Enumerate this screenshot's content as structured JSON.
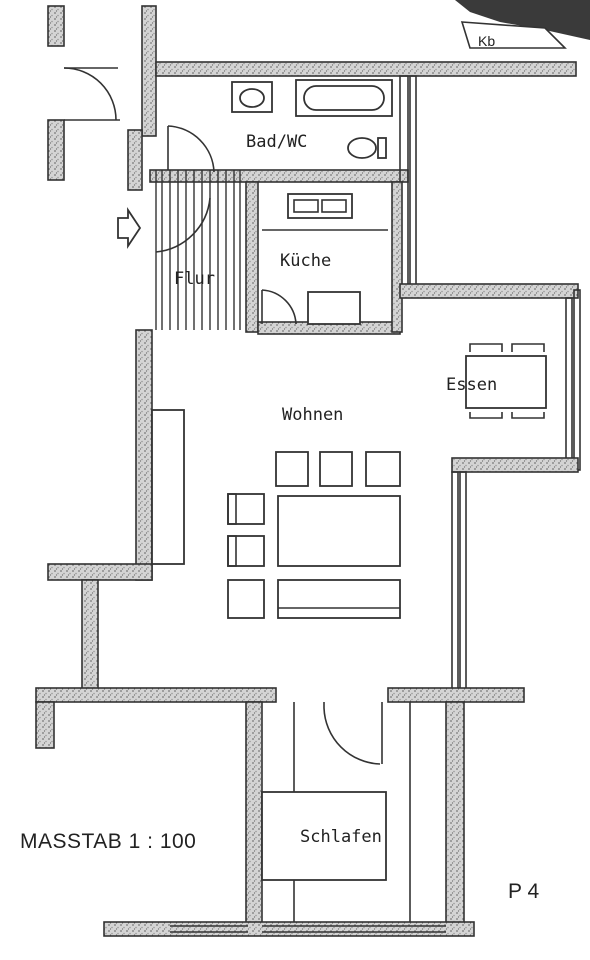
{
  "rooms": {
    "bad_wc": "Bad/WC",
    "kueche": "Küche",
    "flur": "Flur",
    "essen": "Essen",
    "wohnen": "Wohnen",
    "schlafen": "Schlafen"
  },
  "logo": "Kb",
  "scale_label": "MASSTAB 1 : 100",
  "plan_number": "P 4",
  "colors": {
    "ink": "#333333",
    "wall_fill": "#cfcfcf",
    "paper": "#ffffff",
    "corner_shadow": "#3a3a3a"
  }
}
